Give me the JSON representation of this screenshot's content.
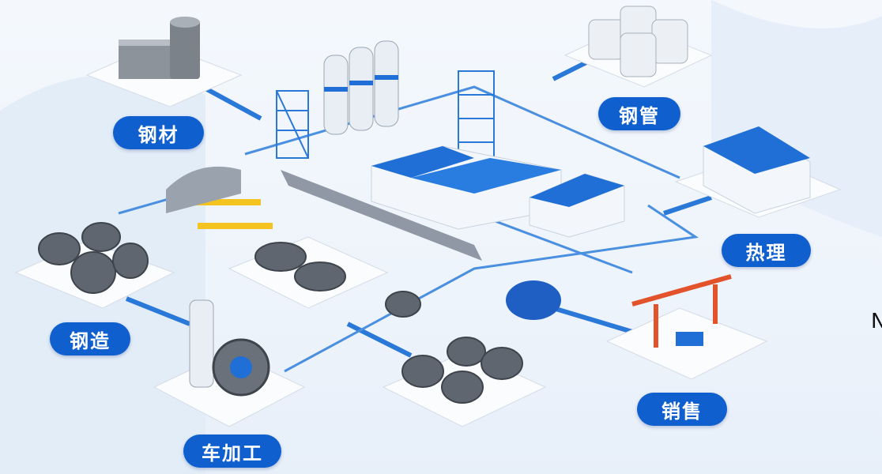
{
  "labels": {
    "steel_material": "钢材",
    "steel_pipe": "钢管",
    "heat_treatment": "热理",
    "forging": "钢造",
    "machining": "车加工",
    "sales": "销售"
  },
  "edge_text": "N",
  "colors": {
    "label_bg": "#0f5fcf",
    "pipe": "#2a78d8",
    "roof": "#1f6fd6"
  }
}
